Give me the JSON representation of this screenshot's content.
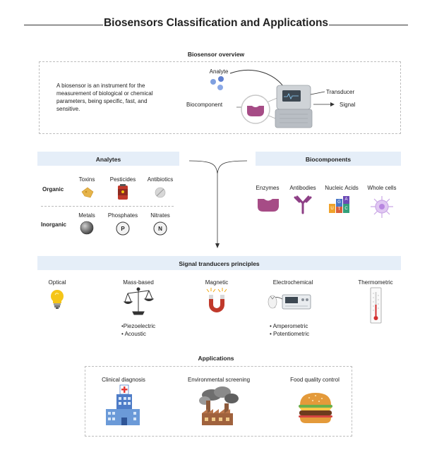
{
  "title": "Biosensors Classification and Applications",
  "overview": {
    "heading": "Biosensor overview",
    "description": "A biosensor is an instrument for the measurement of biological or chemical parameters, being specific, fast, and sensitive.",
    "analyte_label": "Analyte",
    "biocomponent_label": "Biocomponent",
    "transducer_label": "Transducer",
    "signal_label": "Signal"
  },
  "analytes": {
    "heading": "Analytes",
    "organic_label": "Organic",
    "inorganic_label": "Inorganic",
    "organic_items": [
      "Toxins",
      "Pesticides",
      "Antibiotics"
    ],
    "inorganic_items": [
      "Metals",
      "Phosphates",
      "Nitrates"
    ],
    "phosphate_symbol": "P",
    "nitrate_symbol": "N"
  },
  "biocomponents": {
    "heading": "Biocomponents",
    "items": [
      "Enzymes",
      "Antibodies",
      "Nucleic Acids",
      "Whole cells"
    ],
    "nucleic_letters": [
      "A",
      "G",
      "U",
      "T",
      "C"
    ]
  },
  "transducers": {
    "heading": "Signal tranducers principles",
    "items": [
      "Optical",
      "Mass-based",
      "Magnetic",
      "Electrochemical",
      "Thermometric"
    ],
    "mass_sub": [
      "•Piezoelectric",
      "• Acoustic"
    ],
    "electro_sub": [
      "• Amperometric",
      "• Potentiometric"
    ]
  },
  "applications": {
    "heading": "Applications",
    "items": [
      "Clinical diagnosis",
      "Environmental screening",
      "Food quality control"
    ]
  },
  "colors": {
    "band": "#e5eef8",
    "enzyme": "#a64c86",
    "analyte_dot": "#6f8fd8",
    "device": "#b9bec4"
  }
}
